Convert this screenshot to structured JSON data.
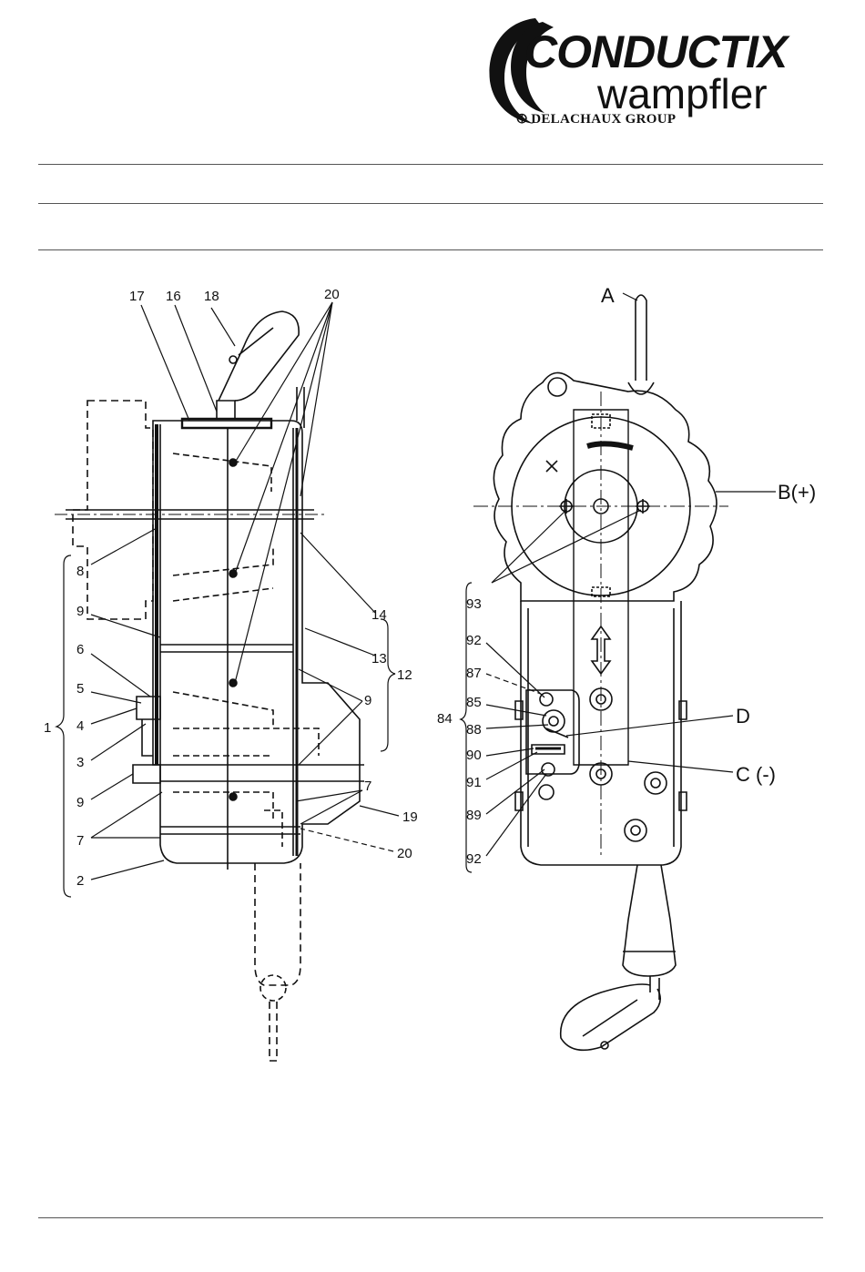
{
  "logo": {
    "brand": "CONDUCTIX",
    "sub": "wampfler",
    "group": "DELACHAUX GROUP"
  },
  "left_view": {
    "callouts": [
      {
        "id": "l17",
        "text": "17"
      },
      {
        "id": "l16",
        "text": "16"
      },
      {
        "id": "l18",
        "text": "18"
      },
      {
        "id": "l20a",
        "text": "20"
      },
      {
        "id": "l8",
        "text": "8"
      },
      {
        "id": "l9a",
        "text": "9"
      },
      {
        "id": "l6",
        "text": "6"
      },
      {
        "id": "l5",
        "text": "5"
      },
      {
        "id": "l4",
        "text": "4"
      },
      {
        "id": "l1",
        "text": "1"
      },
      {
        "id": "l3",
        "text": "3"
      },
      {
        "id": "l9b",
        "text": "9"
      },
      {
        "id": "l7a",
        "text": "7"
      },
      {
        "id": "l2",
        "text": "2"
      },
      {
        "id": "l14",
        "text": "14"
      },
      {
        "id": "l13",
        "text": "13"
      },
      {
        "id": "l12",
        "text": "12"
      },
      {
        "id": "l9c",
        "text": "9"
      },
      {
        "id": "l7b",
        "text": "7"
      },
      {
        "id": "l19",
        "text": "19"
      },
      {
        "id": "l20b",
        "text": "20"
      }
    ]
  },
  "right_view": {
    "callouts": [
      {
        "id": "rA",
        "text": "A"
      },
      {
        "id": "rB",
        "text": "B(+)"
      },
      {
        "id": "r93",
        "text": "93"
      },
      {
        "id": "r92a",
        "text": "92"
      },
      {
        "id": "r87",
        "text": "87"
      },
      {
        "id": "r85",
        "text": "85"
      },
      {
        "id": "r84",
        "text": "84"
      },
      {
        "id": "r88",
        "text": "88"
      },
      {
        "id": "r90",
        "text": "90"
      },
      {
        "id": "r91",
        "text": "91"
      },
      {
        "id": "r89",
        "text": "89"
      },
      {
        "id": "r92b",
        "text": "92"
      },
      {
        "id": "rD",
        "text": "D"
      },
      {
        "id": "rC",
        "text": "C (-)"
      }
    ]
  }
}
